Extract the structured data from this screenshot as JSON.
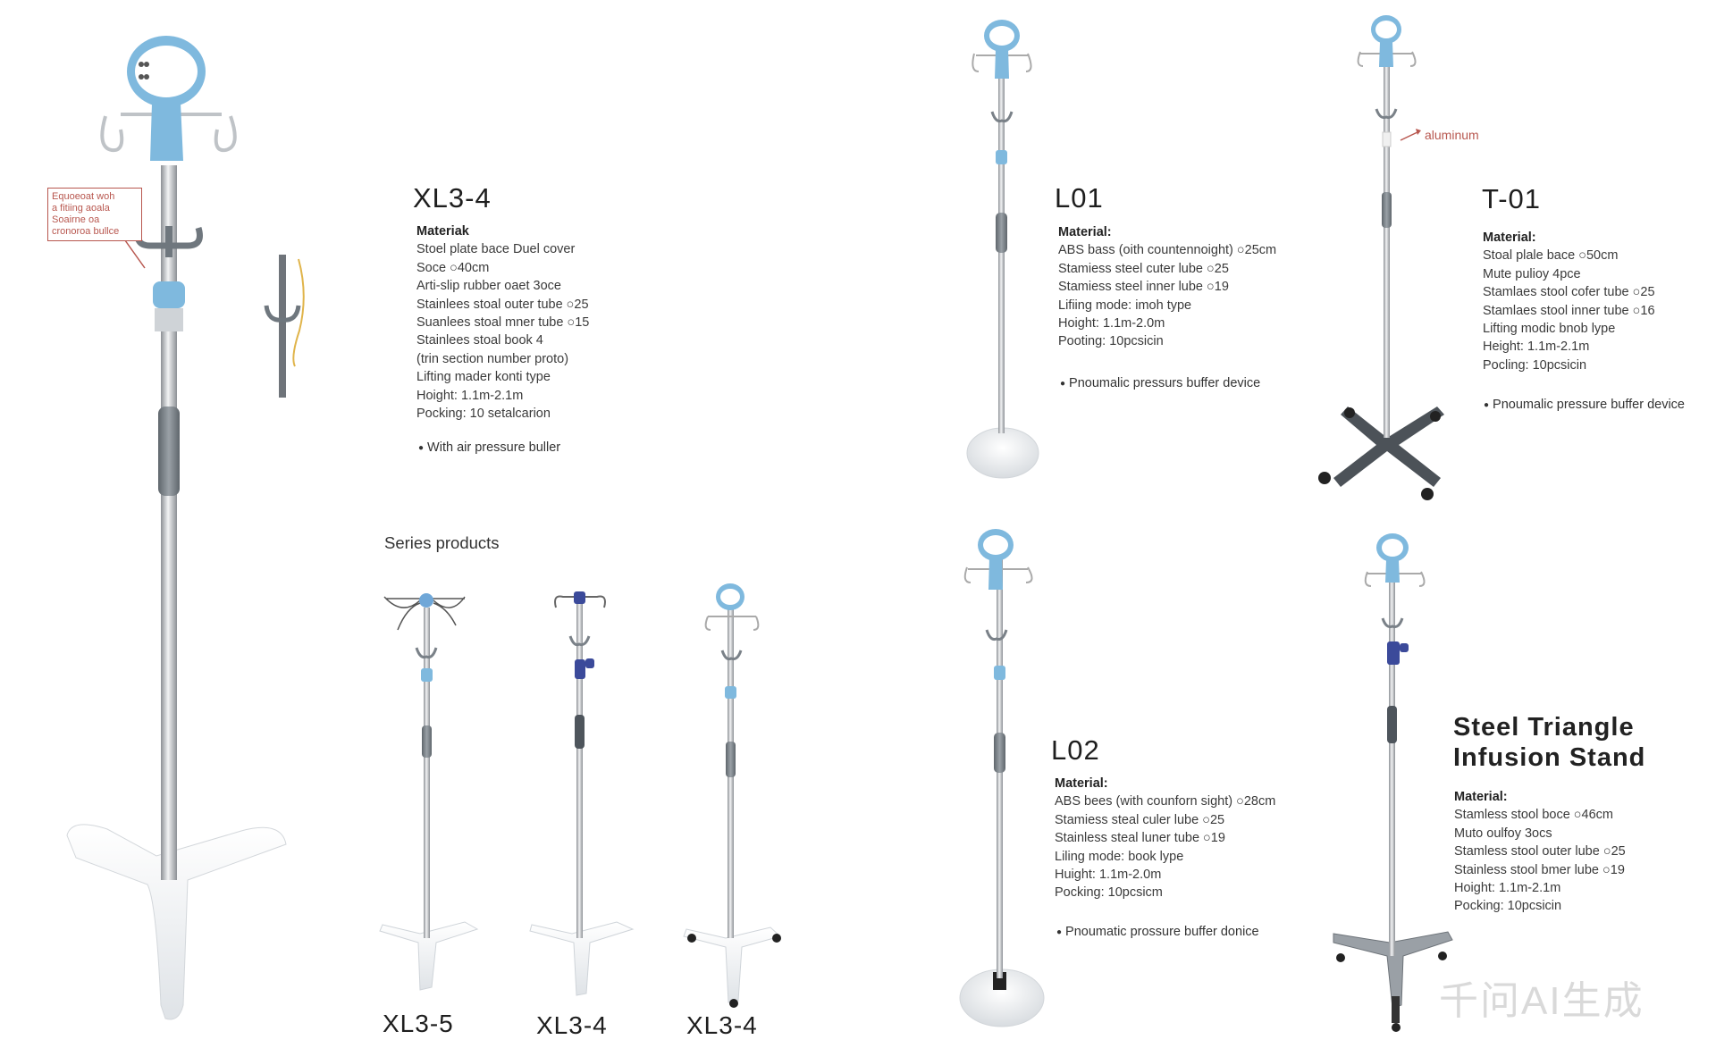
{
  "products": {
    "xl34": {
      "model": "XL3-4",
      "material_heading": "Materiak",
      "specs": [
        "Stoel plate bace Duel cover",
        "Soce ○40cm",
        "Arti-slip rubber oaet 3oce",
        "Stainlees stoal outer tube ○25",
        "Suanlees stoal mner tube ○15",
        "Stainlees stoal book 4",
        "(trin section number proto)",
        "Lifting mader konti type",
        "Hoight: 1.1m-2.1m",
        "Pocking: 10 setalcarion"
      ],
      "note": "With air pressure buller",
      "callout": [
        "Equoeoat woh",
        "a fitiing aoala",
        "Soairne oa",
        "cronoroa bullce"
      ]
    },
    "l01": {
      "model": "L01",
      "material_heading": "Material:",
      "specs": [
        "ABS bass (oith countennoight) ○25cm",
        "Stamiess steel cuter lube ○25",
        "Stamiess steel inner lube ○19",
        "Lifiing mode: imoh type",
        "Hoight: 1.1m-2.0m",
        "Pooting: 10pcsicin"
      ],
      "note": "Pnoumalic pressurs buffer device"
    },
    "t01": {
      "model": "T-01",
      "material_heading": "Material:",
      "specs": [
        "Stoal plale bace ○50cm",
        "Mute pulioy 4pce",
        "Stamlaes stool cofer tube ○25",
        "Stamlaes stool inner tube ○16",
        "Lifting modic bnob lype",
        "Height: 1.1m-2.1m",
        "Pocling: 10pcsicin"
      ],
      "note": "Pnoumalic pressure buffer device",
      "label": "aluminum"
    },
    "l02": {
      "model": "L02",
      "material_heading": "Material:",
      "specs": [
        "ABS bees (with counforn sight) ○28cm",
        "Stamiess steal culer lube ○25",
        "Stainless steal luner tube ○19",
        "Liling mode: book lype",
        "Huight: 1.1m-2.0m",
        "Pocking: 10pcsicm"
      ],
      "note": "Pnoumatic prossure buffer donice"
    },
    "steel_triangle": {
      "title_line1": "Steel Triangle",
      "title_line2": "Infusion Stand",
      "material_heading": "Material:",
      "specs": [
        "Stamless stool boce ○46cm",
        "Muto oulfoy 3ocs",
        "Stamless stool outer lube ○25",
        "Stainless stool bmer lube ○19",
        "Hoight: 1.1m-2.1m",
        "Pocking: 10pcsicin"
      ]
    }
  },
  "series": {
    "heading": "Series products",
    "models": [
      "XL3-5",
      "XL3-4",
      "XL3-4"
    ]
  },
  "watermark": "千问AI生成",
  "colors": {
    "accent_blue": "#7fb9de",
    "navy": "#3b4a9a",
    "steel": "#b9bcc0",
    "grip": "#7b8289",
    "base_white": "#eef0f2",
    "callout_red": "#b8574f"
  }
}
